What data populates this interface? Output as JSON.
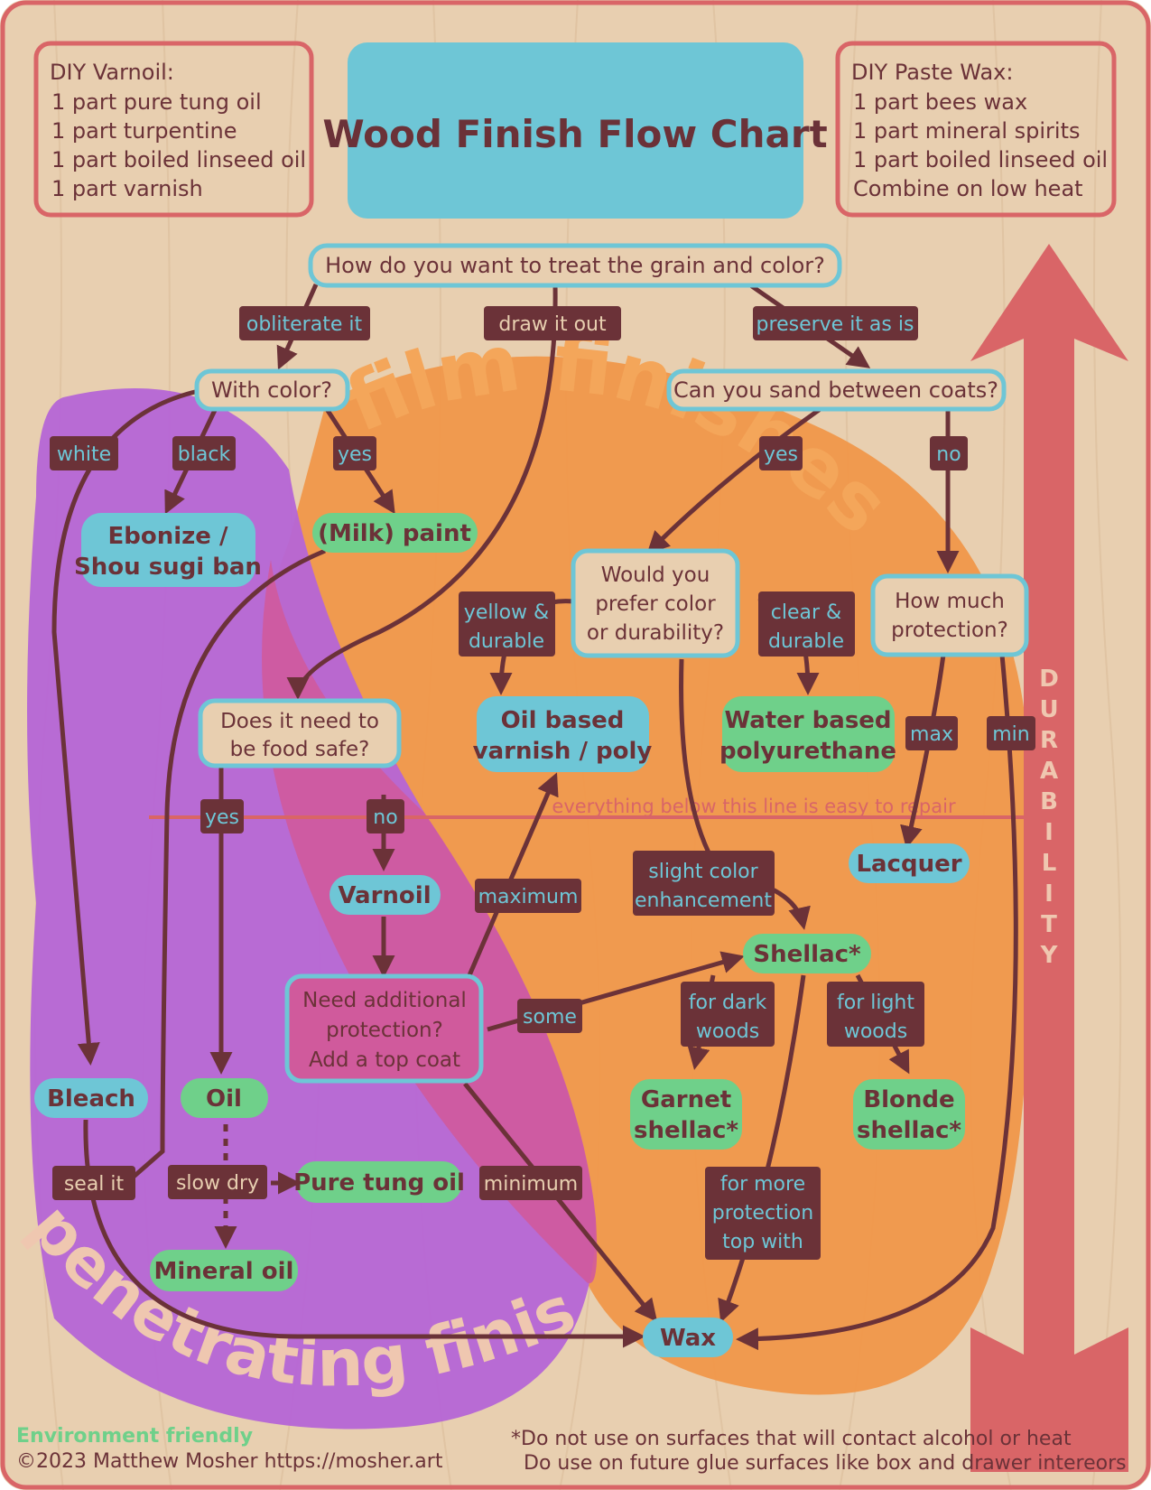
{
  "title": "Wood Finish Flow Chart",
  "recipes": {
    "varnoil": {
      "heading": "DIY Varnoil:",
      "lines": [
        "1 part pure tung oil",
        "1 part turpentine",
        "1 part boiled linseed oil",
        "1 part varnish"
      ]
    },
    "paste_wax": {
      "heading": "DIY Paste Wax:",
      "lines": [
        "1 part bees wax",
        "1 part mineral spirits",
        "1 part boiled linseed oil",
        "Combine on low heat"
      ]
    }
  },
  "regions": {
    "film": "film finishes",
    "penetrating": "penetrating finishes"
  },
  "axis": {
    "label": "DURABILITY"
  },
  "repair_line": "everything below this line is easy to repair",
  "questions": {
    "grain": "How do you want to treat the grain and color?",
    "with_color": "With color?",
    "sand": "Can you sand between coats?",
    "prefer": [
      "Would you",
      "prefer color",
      "or durability?"
    ],
    "protection": [
      "How much",
      "protection?"
    ],
    "food_safe": [
      "Does it need to",
      "be food safe?"
    ],
    "additional": [
      "Need additional",
      "protection?",
      "Add a top coat"
    ]
  },
  "labels": {
    "obliterate": "obliterate it",
    "draw_out": "draw it out",
    "preserve": "preserve it as is",
    "white": "white",
    "black": "black",
    "yes_color": "yes",
    "yes_sand": "yes",
    "no_sand": "no",
    "yellow_durable": [
      "yellow &",
      "durable"
    ],
    "clear_durable": [
      "clear &",
      "durable"
    ],
    "max": "max",
    "min": "min",
    "yes_food": "yes",
    "no_food": "no",
    "maximum": "maximum",
    "slight": [
      "slight color",
      "enhancement"
    ],
    "some": "some",
    "dark": [
      "for dark",
      "woods"
    ],
    "light": [
      "for light",
      "woods"
    ],
    "seal": "seal it",
    "slow_dry": "slow dry",
    "minimum": "minimum",
    "more_protection": [
      "for more",
      "protection",
      "top with"
    ]
  },
  "finishes": {
    "ebonize": [
      "Ebonize /",
      "Shou sugi ban"
    ],
    "milk_paint": "(Milk) paint",
    "oil_varnish": [
      "Oil based",
      "varnish / poly"
    ],
    "water_poly": [
      "Water based",
      "polyurethane"
    ],
    "lacquer": "Lacquer",
    "varnoil": "Varnoil",
    "shellac": "Shellac*",
    "garnet": [
      "Garnet",
      "shellac*"
    ],
    "blonde": [
      "Blonde",
      "shellac*"
    ],
    "bleach": "Bleach",
    "oil": "Oil",
    "tung": "Pure tung oil",
    "mineral": "Mineral oil",
    "wax": "Wax"
  },
  "legend": {
    "eco": "Environment friendly"
  },
  "footer": {
    "credit": "©2023 Matthew Mosher https://mosher.art",
    "note1": "*Do not use on surfaces that will contact alcohol or heat",
    "note2": "Do use on future glue surfaces like box and drawer intereors"
  },
  "colors": {
    "wood": "#e8cfb0",
    "border": "#d96567",
    "blue": "#6ec6d6",
    "green": "#6fd08a",
    "label": "#6b3238",
    "text": "#6b3238",
    "purple": "#b565d6",
    "orange": "#f0974a",
    "overlap": "#d05a9c"
  }
}
